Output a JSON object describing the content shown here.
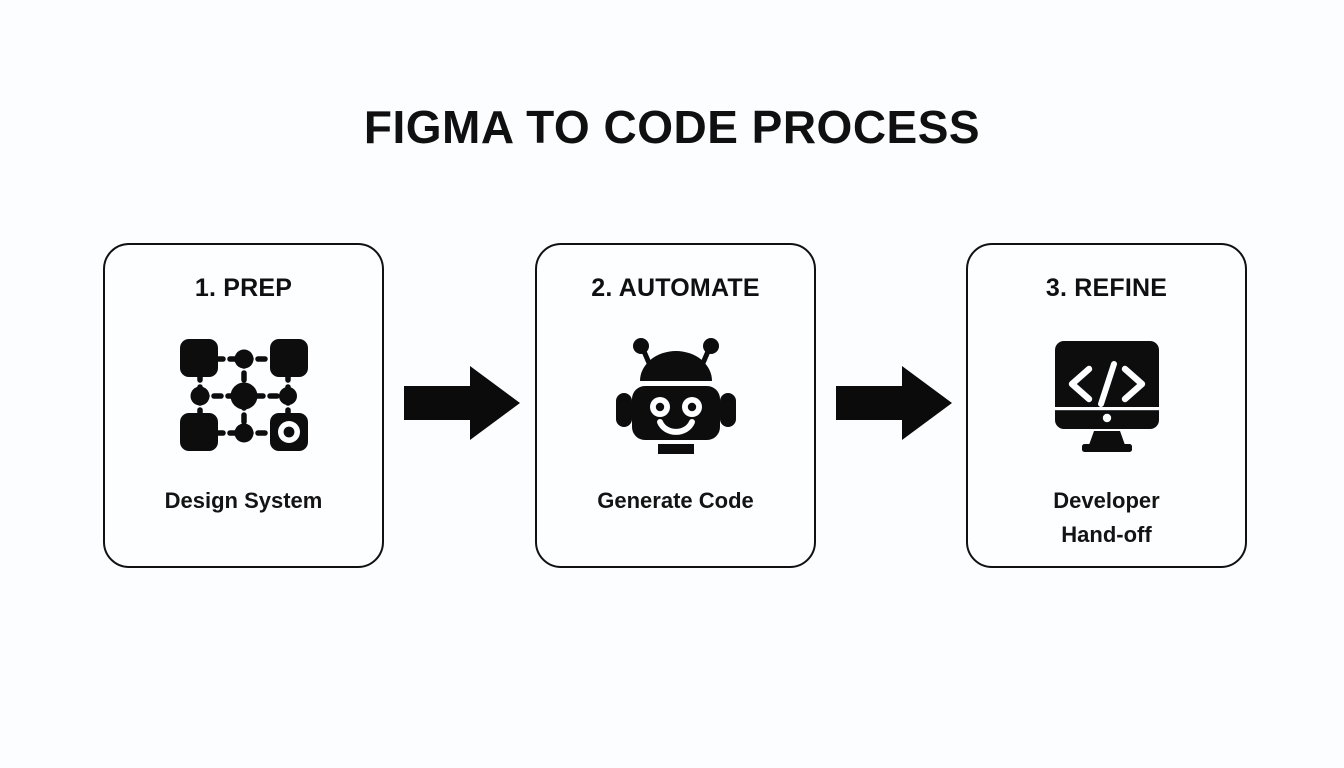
{
  "slide": {
    "title": "FIGMA TO CODE PROCESS",
    "background_color": "#fcfdfe",
    "ink_color": "#111111"
  },
  "steps": [
    {
      "heading": "1. PREP",
      "label": "Design System",
      "label_line_2": "",
      "icon": "design-system-nodes-icon"
    },
    {
      "heading": "2. AUTOMATE",
      "label": "Generate Code",
      "label_line_2": "",
      "icon": "robot-head-icon"
    },
    {
      "heading": "3. REFINE",
      "label": "Developer",
      "label_line_2": "Hand-off",
      "icon": "monitor-code-icon"
    }
  ],
  "connectors": [
    {
      "name": "arrow-right",
      "from": "1. PREP",
      "to": "2. AUTOMATE"
    },
    {
      "name": "arrow-right",
      "from": "2. AUTOMATE",
      "to": "3. REFINE"
    }
  ]
}
